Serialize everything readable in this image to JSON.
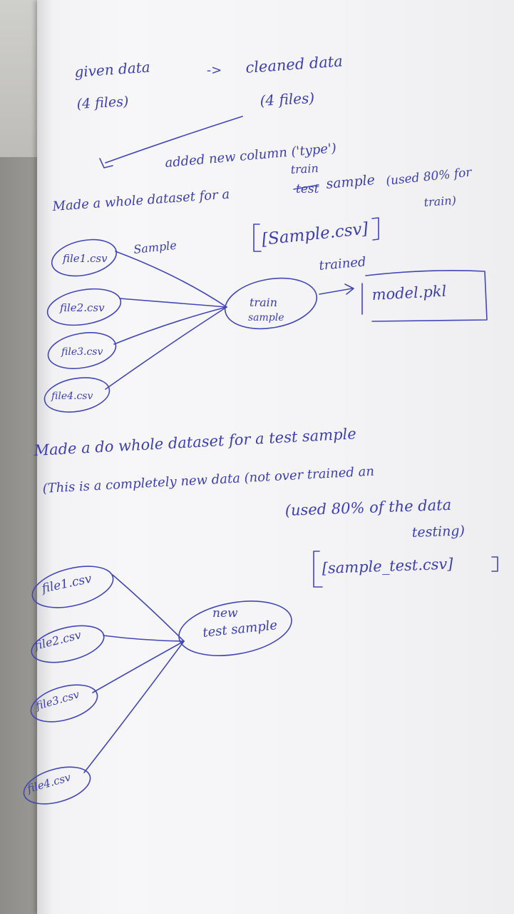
{
  "notes": {
    "given_data": "given data",
    "four_files_left": "(4 files)",
    "arrow": "->",
    "cleaned_data": "cleaned data",
    "four_files_right": "(4 files)",
    "added_column": "added new column ('type')",
    "train_word": "train",
    "train_line": "Made a whole dataset for a",
    "struck_word": "test",
    "sample_word": "sample",
    "used_train": "(used 80% for",
    "used_train_2": "train)",
    "sample_csv": "[Sample.csv]",
    "sample_label": "Sample",
    "trained_label": "trained",
    "model_pkl": "model.pkl",
    "train_node_1": "train",
    "train_node_2": "sample",
    "test_line_1": "Made a do whole dataset for a test sample",
    "test_line_2": "(This is a completely new data (not over trained an",
    "test_line_3": "(used 80% of the data",
    "test_line_4": "testing)",
    "sample_test_csv": "[sample_test.csv]",
    "test_node_1": "new",
    "test_node_2": "test sample",
    "files_top": [
      "file1.csv",
      "file2.csv",
      "file3.csv",
      "file4.csv"
    ],
    "files_bottom": [
      "file1.csv",
      "file2.csv",
      "file3.csv",
      "file4.csv"
    ]
  },
  "colors": {
    "ink": "#4346b8",
    "paper": "#f4f4f6"
  }
}
